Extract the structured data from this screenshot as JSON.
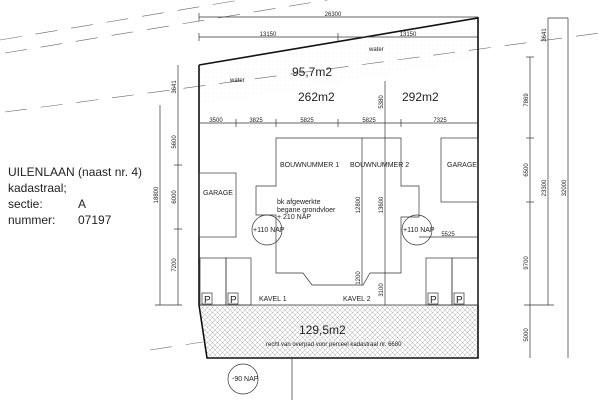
{
  "info": {
    "street": "UILENLAAN (naast nr. 4)",
    "kadastraal": "kadastraal;",
    "sectie_label": "sectie:",
    "sectie_value": "A",
    "nummer_label": "nummer:",
    "nummer_value": "07197"
  },
  "areas": {
    "water": "95,7m2",
    "kavel1": "262m2",
    "kavel2": "292m2",
    "overpad": "129,5m2",
    "overpad_note": "recht van overpad voor perceel kadastraal nr. 6680"
  },
  "labels": {
    "water1": "water",
    "water2": "water",
    "bouwnummer1": "BOUWNUMMER 1",
    "bouwnummer2": "BOUWNUMMER 2",
    "garage_left": "GARAGE",
    "garage_right": "GARAGE",
    "floor_note": [
      "bk afgewerkte",
      "begane grondvloer",
      "+ 210 NAP"
    ],
    "nap_left": "+110 NAP",
    "nap_right": "+110 NAP",
    "nap_street": "-90 NAP",
    "kavel1": "KAVEL 1",
    "kavel2": "KAVEL 2",
    "parking": "P"
  },
  "dimensions": {
    "total_width": "26300",
    "half_left": "13150",
    "half_right": "13150",
    "row": [
      "3500",
      "3825",
      "5825",
      "5825",
      "7325"
    ],
    "left": [
      "3641",
      "5600",
      "6000",
      "7200"
    ],
    "left_total": "18800",
    "right": [
      "7869",
      "6500",
      "9700",
      "5000"
    ],
    "right_top": "3641",
    "right_mid_total": "23300",
    "right_total": "32000",
    "center_top": "5380",
    "center_depth1": "12800",
    "center_depth2": "13600",
    "notch": "1200",
    "front": "3100",
    "garage_offset": "5525"
  }
}
